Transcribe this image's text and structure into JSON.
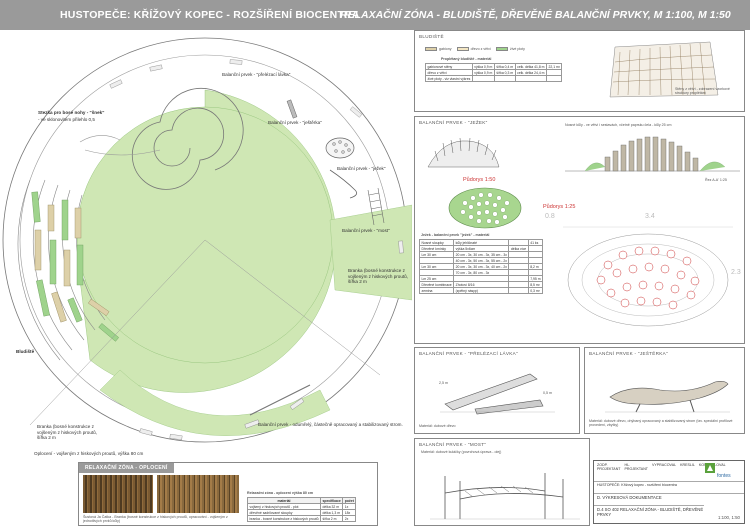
{
  "header": {
    "project": "HUSTOPEČE:   KŘÍŽOVÝ KOPEC - ROZŠÍŘENÍ BIOCENTRA",
    "subtitle": "RELAXAČNÍ ZÓNA - BLUDIŠTĚ, DŘEVĚNÉ BALANČNÍ PRVKY,  M 1:100, M 1:50"
  },
  "plan": {
    "labels": {
      "lavka": "Balanční prvek - \"přelézací lávka\"",
      "sneck": "Stezka pro bosé nohy - \"šnek\"",
      "sneck_note": "- ve sklonovitém přilehlo 0,5",
      "jesterka": "Balanční prvek - \"ještěrka\"",
      "jezek": "Balanční prvek - \"ježek\"",
      "most": "Balanční prvek - \"most\"",
      "branka": "Branka (bosné konstrukce z vojšeným z hiskových proutů, šířka 2 m",
      "bludiste": "Bludiště",
      "branka2": "Branka (bosné konstrukce z vojšeným z hiskových proutů, šířka 2 m",
      "oploceni": "Oplocení - vojšeným z hiskových proutů, výška 80 cm",
      "odumrely": "Balanční prvek - odumřelý, částečně opracovaný a stabilizovaný strom."
    }
  },
  "bludiste_panel": {
    "title": "BLUDIŠTĚ",
    "legend": [
      "gabiony",
      "dřevo z větví",
      "živé ploty"
    ],
    "table_title": "Proplétaný bludiště - materiál",
    "rows": [
      [
        "gabionové stěny",
        "výška 0,9 m",
        "šířka 0,4 m",
        "celk. délka 41,8 m",
        "22,1 m²"
      ],
      [
        "dřevo z větví",
        "výška 0,9 m",
        "šířka 0,3 m",
        "celk. délka 24,4 m",
        ""
      ],
      [
        "živé ploty - viz vlastní výkres",
        "",
        "",
        "",
        ""
      ]
    ],
    "photo_note": "Stěny z větví - zobrazení vzorkové struktury proplétání"
  },
  "jezek_panel": {
    "title": "BALANČNÍ PRVEK - \"JEŽEK\"",
    "pudorys1": "Půdorys 1:50",
    "pudorys2": "Půdorys 1:25",
    "dim1": "0.8",
    "dim2": "3.4",
    "dim3": "2.3",
    "pohled": "Řez A-A' 1:25",
    "annotation": "Nosné kůly - ve větvi i sestavách, včetně paprsku čela - kůly 25 cm",
    "table_title": "Ježek - balanční prvek \"ježek\" - materiál",
    "rows": [
      [
        "Nosné sloupky",
        "kůly jehličnaté",
        "",
        "41 ks"
      ],
      [
        "Dřevěné kmínky",
        "výška 5x6cm",
        "délka více",
        ""
      ],
      [
        "Lm 30 cm",
        "20 cm - 3x, 30 cm - 3x, 35 cm - 3x",
        "",
        ""
      ],
      [
        "",
        "40 cm - 3x, 50 cm - 3x, 55 cm - 2x",
        "",
        ""
      ],
      [
        "Lm 30 cm",
        "20 cm - 3x, 30 cm - 3x, 40 cm - 2x",
        "",
        "8,2 m"
      ],
      [
        "",
        "70 cm - 3x, 80 cm - 3x",
        "",
        ""
      ],
      [
        "Lm 25 cm",
        "",
        "",
        "7,95 m"
      ],
      [
        "Dřevěné kombinace",
        "Zhotoví 8/16",
        "",
        "8,5 m²"
      ],
      [
        "zemina",
        "(zpětný násyp)",
        "",
        "0,3 m³"
      ]
    ]
  },
  "lavka_panel": {
    "title": "BALANČNÍ PRVEK - \"PŘELÉZACÍ LÁVKA\"",
    "dim_a": "2,5 m",
    "dim_b": "0,5 m",
    "note": "Materiál: dubové dřevo"
  },
  "jesterka_panel": {
    "title": "BALANČNÍ PRVEK - \"JEŠTĚRKA\"",
    "note": "Materiál: dubové dřevo, ohýbaný opracovaný a stabilizovaný strom (tzv. speciální profilové provedení, zbytky)"
  },
  "most_panel": {
    "title": "BALANČNÍ PRVEK - \"MOST\"",
    "note": "Materiál: dubové kuláčky (povrchová úprava - olej)"
  },
  "oploceni_panel": {
    "title": "RELAXAČNÍ ZÓNA - OPLOCENÍ",
    "table_title": "Relaxační zóna - oplocení výška 80 cm",
    "headers": [
      "materiál",
      "specifikace",
      "počet"
    ],
    "rows": [
      [
        "vojšený z hiskových proutů - plot",
        "délka 32 m",
        "1x"
      ],
      [
        "dřevěné sadrilované sloupky",
        "délka 1,3 m",
        "18x"
      ],
      [
        "branka - bosné konstrukce z hiskových proutů",
        "šířka 2 m",
        "2x"
      ]
    ],
    "photo_note": "Šustová Ja Čatka - Branka (bosné konstrukce z hiskových proutů, opracování - vojšeným z jednotlivých prvků kůly)"
  },
  "titleblock": {
    "rows": [
      [
        "ZODP. PROJEKTANT",
        "HL. PROJEKTANT",
        "VYPRACOVAL",
        "KRESLIL",
        "KONTROLOVAL"
      ],
      [
        "HUSTOPEČE: Křížový kopec - rozšíření biocentra"
      ],
      [
        "D.  VÝKRESOVÁ DOKUMENTACE"
      ],
      [
        "D.4  SO 402 RELAXAČNÍ ZÓNA - BLUDIŠTĚ, DŘEVĚNÉ PRVKY"
      ]
    ],
    "scale": "1:100, 1:50",
    "logo": "fontes"
  },
  "colors": {
    "header_bg": "#9a9a9a",
    "grass": "#cfe7b4",
    "gabion": "#ddd0a8",
    "hedge": "#9fd38c",
    "wood": "#e9d7a6"
  }
}
